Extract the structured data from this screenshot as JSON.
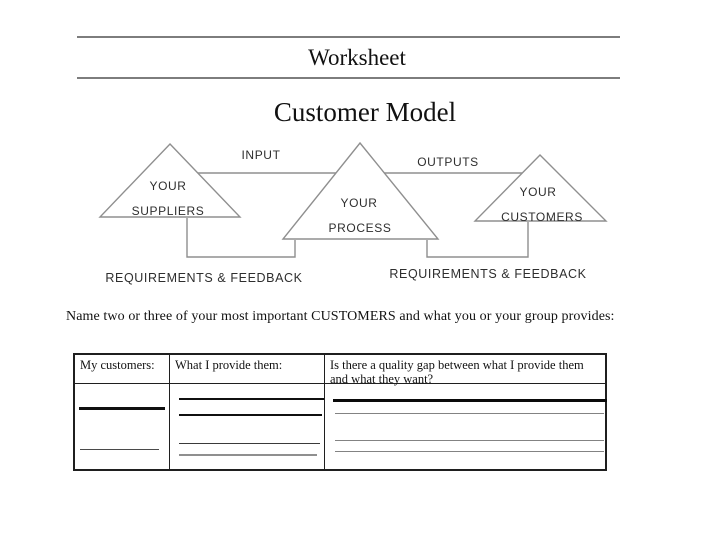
{
  "header": {
    "title": "Worksheet",
    "subtitle": "Customer Model"
  },
  "diagram": {
    "suppliers": {
      "line1": "YOUR",
      "line2": "SUPPLIERS"
    },
    "process": {
      "line1": "YOUR",
      "line2": "PROCESS"
    },
    "customers": {
      "line1": "YOUR",
      "line2": "CUSTOMERS"
    },
    "input_label": "INPUT",
    "outputs_label": "OUTPUTS",
    "feedback_left": "REQUIREMENTS & FEEDBACK",
    "feedback_right": "REQUIREMENTS & FEEDBACK"
  },
  "instruction": "Name two or three of your most important CUSTOMERS and what you or your group provides:",
  "table": {
    "headers": [
      "My customers:",
      "What I provide them:",
      "Is there a quality gap between what I provide them and what they want?"
    ]
  },
  "colors": {
    "diagram_line": "#8f8f8f",
    "rule_gray": "#7d7d7d",
    "table_border": "#1f1f1f",
    "text": "#222222"
  }
}
